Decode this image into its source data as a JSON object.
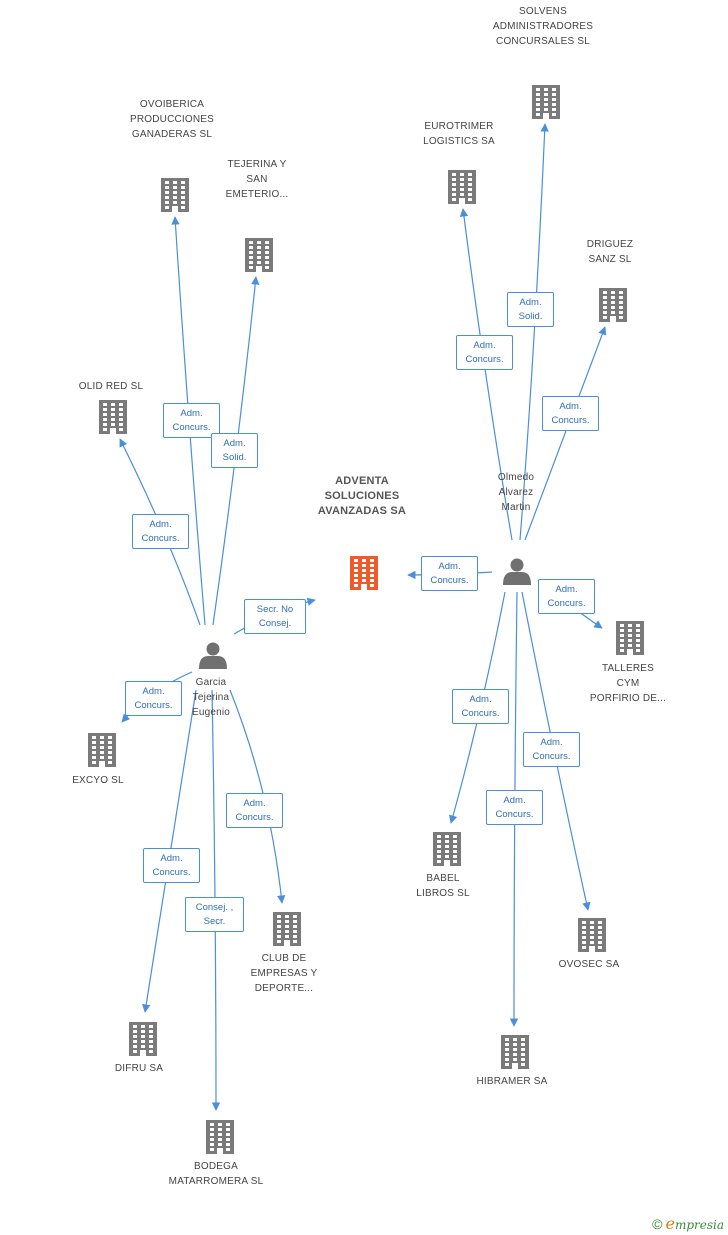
{
  "colors": {
    "edge": "#4a8fd9",
    "company": "#7a7a7a",
    "focus": "#f05a28",
    "person": "#707070"
  },
  "nodes": {
    "adventa": {
      "lines": [
        "ADVENTA",
        "SOLUCIONES",
        "AVANZADAS SA"
      ],
      "kind": "focus"
    },
    "olmedo": {
      "lines": [
        "Olmedo",
        "Alvarez",
        "Martin"
      ],
      "kind": "person"
    },
    "garcia": {
      "lines": [
        "Garcia",
        "Tejerina",
        "Eugenio"
      ],
      "kind": "person"
    },
    "ovoiberica": {
      "lines": [
        "OVOIBERICA",
        "PRODUCCIONES",
        "GANADERAS SL"
      ],
      "kind": "company"
    },
    "tejerina_san": {
      "lines": [
        "TEJERINA Y",
        "SAN",
        "EMETERIO..."
      ],
      "kind": "company"
    },
    "olid": {
      "lines": [
        "OLID RED SL"
      ],
      "kind": "company"
    },
    "excyo": {
      "lines": [
        "EXCYO SL"
      ],
      "kind": "company"
    },
    "difru": {
      "lines": [
        "DIFRU SA"
      ],
      "kind": "company"
    },
    "bodega": {
      "lines": [
        "BODEGA",
        "MATARROMERA SL"
      ],
      "kind": "company"
    },
    "club": {
      "lines": [
        "CLUB DE",
        "EMPRESAS Y",
        "DEPORTE..."
      ],
      "kind": "company"
    },
    "solvens": {
      "lines": [
        "SOLVENS",
        "ADMINISTRADORES",
        "CONCURSALES SL"
      ],
      "kind": "company"
    },
    "eurotrimer": {
      "lines": [
        "EUROTRIMER",
        "LOGISTICS SA"
      ],
      "kind": "company"
    },
    "driguez": {
      "lines": [
        "DRIGUEZ",
        "SANZ  SL"
      ],
      "kind": "company"
    },
    "talleres": {
      "lines": [
        "TALLERES",
        "CYM",
        "PORFIRIO DE..."
      ],
      "kind": "company"
    },
    "babel": {
      "lines": [
        "BABEL",
        "LIBROS SL"
      ],
      "kind": "company"
    },
    "ovosec": {
      "lines": [
        "OVOSEC SA"
      ],
      "kind": "company"
    },
    "hibramer": {
      "lines": [
        "HIBRAMER SA"
      ],
      "kind": "company"
    }
  },
  "relations": [
    {
      "from": "garcia",
      "to": "ovoiberica",
      "lines": [
        "Adm.",
        "Concurs."
      ]
    },
    {
      "from": "garcia",
      "to": "tejerina_san",
      "lines": [
        "Adm.",
        "Solid."
      ]
    },
    {
      "from": "garcia",
      "to": "olid",
      "lines": [
        "Adm.",
        "Concurs."
      ]
    },
    {
      "from": "garcia",
      "to": "adventa",
      "lines": [
        "Secr.  No",
        "Consej."
      ]
    },
    {
      "from": "garcia",
      "to": "excyo",
      "lines": [
        "Adm.",
        "Concurs."
      ]
    },
    {
      "from": "garcia",
      "to": "club",
      "lines": [
        "Adm.",
        "Concurs."
      ]
    },
    {
      "from": "garcia",
      "to": "difru",
      "lines": [
        "Adm.",
        "Concurs."
      ]
    },
    {
      "from": "garcia",
      "to": "bodega",
      "lines": [
        "Consej. ,",
        "Secr."
      ]
    },
    {
      "from": "olmedo",
      "to": "solvens",
      "lines": [
        "Adm.",
        "Solid."
      ]
    },
    {
      "from": "olmedo",
      "to": "eurotrimer",
      "lines": [
        "Adm.",
        "Concurs."
      ]
    },
    {
      "from": "olmedo",
      "to": "driguez",
      "lines": [
        "Adm.",
        "Concurs."
      ]
    },
    {
      "from": "olmedo",
      "to": "adventa",
      "lines": [
        "Adm.",
        "Concurs."
      ]
    },
    {
      "from": "olmedo",
      "to": "talleres",
      "lines": [
        "Adm.",
        "Concurs."
      ]
    },
    {
      "from": "olmedo",
      "to": "babel",
      "lines": [
        "Adm.",
        "Concurs."
      ]
    },
    {
      "from": "olmedo",
      "to": "ovosec",
      "lines": [
        "Adm.",
        "Concurs."
      ]
    },
    {
      "from": "olmedo",
      "to": "hibramer",
      "lines": [
        "Adm.",
        "Concurs."
      ]
    }
  ],
  "footer": {
    "copyright": "©",
    "brand_initial": "e",
    "brand_rest": "mpresia"
  }
}
